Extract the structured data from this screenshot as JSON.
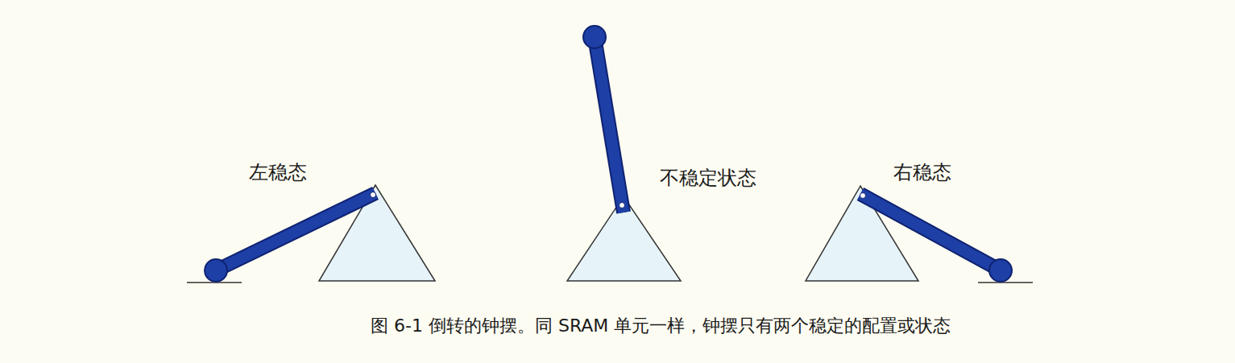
{
  "diagram": {
    "caption": "图 6-1 倒转的钟摆。同 SRAM 单元一样，钟摆只有两个稳定的配置或状态",
    "labels": [
      "左稳态",
      "不稳定状态",
      "右稳态"
    ]
  }
}
